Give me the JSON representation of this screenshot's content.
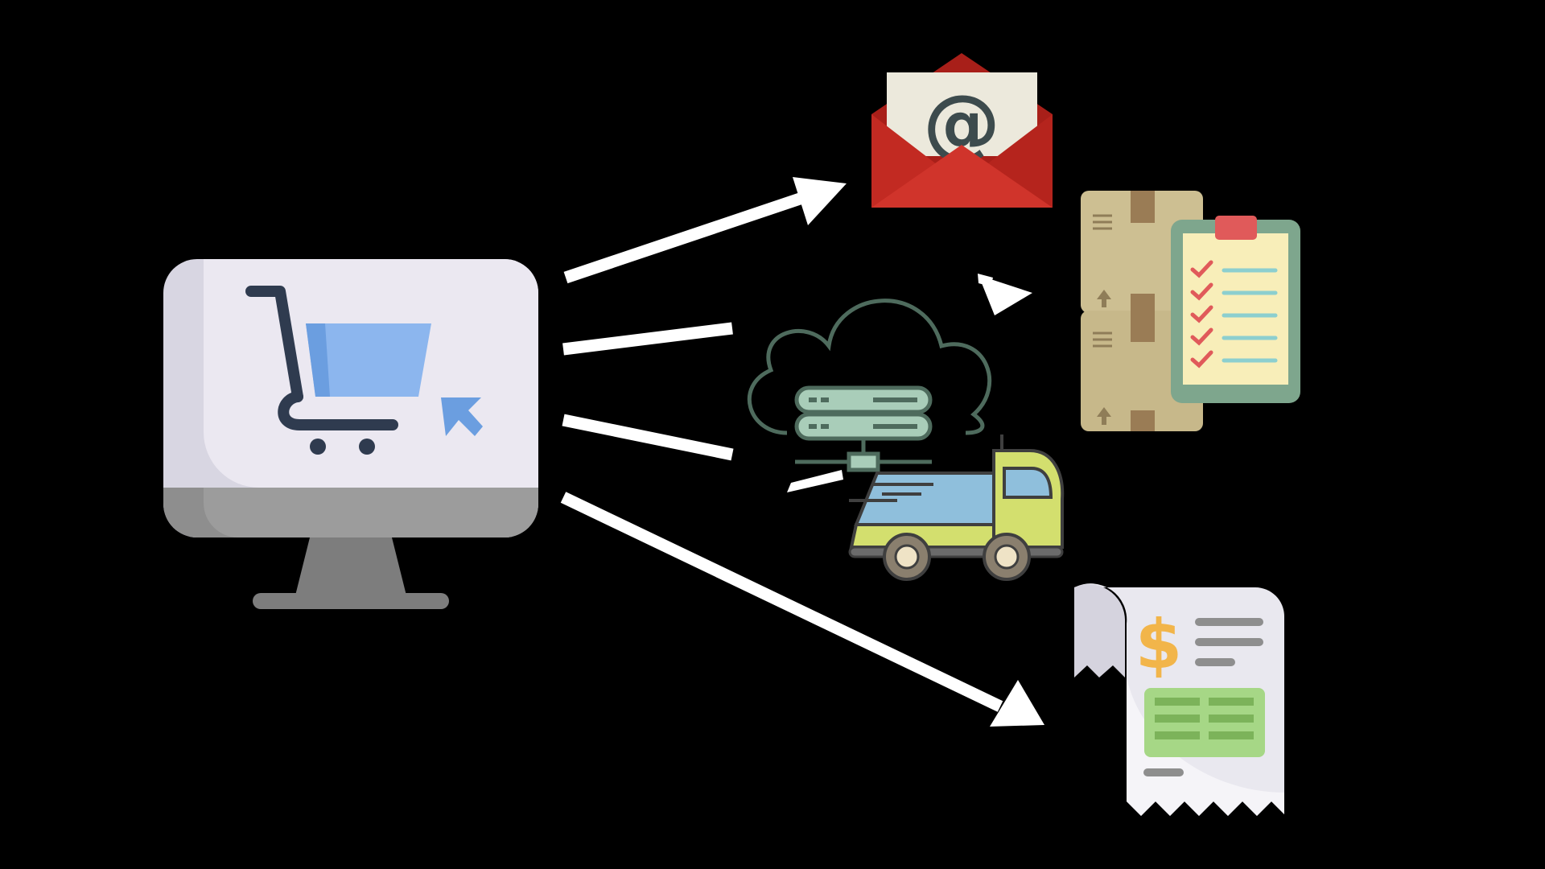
{
  "diagram": {
    "background_color": "#000000",
    "arrow_color": "#ffffff",
    "nodes": [
      {
        "id": "computer",
        "icon": "online-shopping-monitor-icon"
      },
      {
        "id": "email",
        "icon": "email-envelope-icon",
        "symbol": "@"
      },
      {
        "id": "inventory",
        "icon": "inventory-boxes-checklist-icon"
      },
      {
        "id": "server",
        "icon": "cloud-server-icon"
      },
      {
        "id": "shipping",
        "icon": "delivery-truck-icon"
      },
      {
        "id": "invoice",
        "icon": "receipt-invoice-icon",
        "symbol": "$"
      }
    ],
    "edges": [
      {
        "from": "computer",
        "to": "email"
      },
      {
        "from": "computer",
        "to": "inventory"
      },
      {
        "from": "computer",
        "to": "shipping"
      },
      {
        "from": "computer",
        "to": "invoice"
      }
    ],
    "colors": {
      "monitor_screen": "#ebe8f1",
      "monitor_base": "#8e8e8e",
      "cart_blue": "#8cb6ee",
      "cart_dark": "#2f3b4f",
      "envelope_red": "#c22a22",
      "box_tan": "#cdbf92",
      "clipboard_green": "#7ea68d",
      "check_red": "#e05a5a",
      "truck_yellow": "#d3df6e",
      "truck_window": "#8fbfdc",
      "server_green": "#a9cdb9",
      "receipt_gray": "#e9e8ef",
      "dollar_gold": "#f2b54a",
      "receipt_table_green": "#a6d786"
    }
  }
}
